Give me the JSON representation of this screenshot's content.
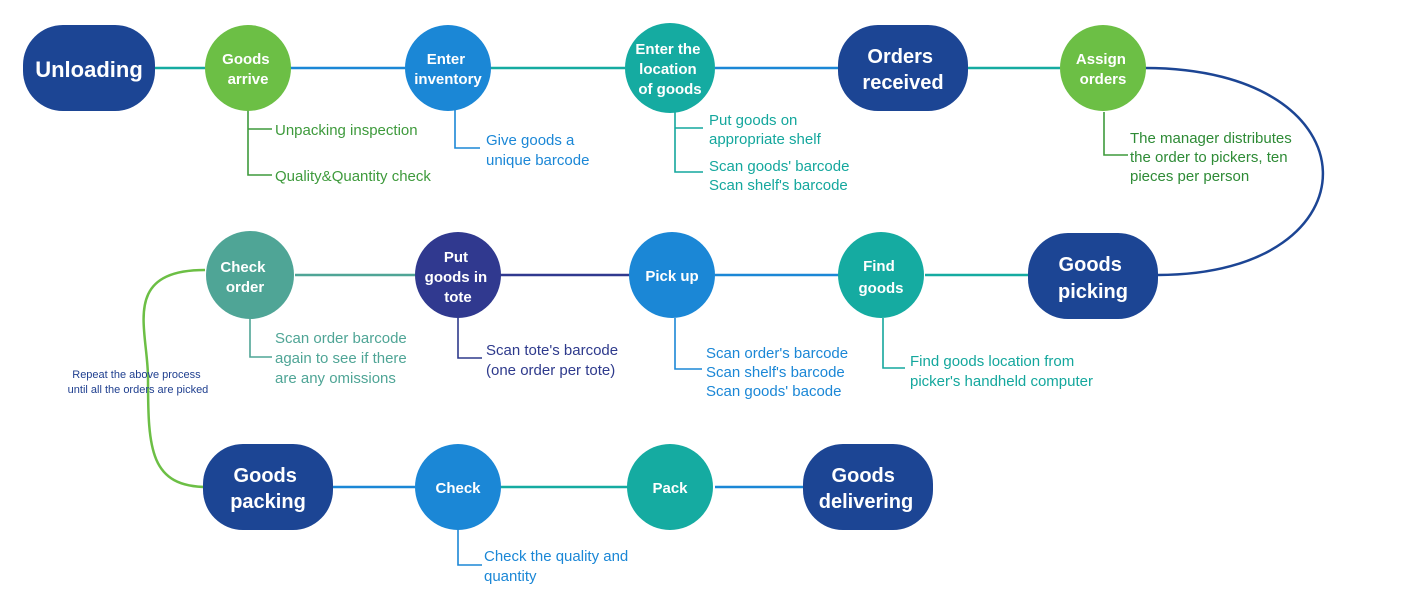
{
  "colors": {
    "navy": "#1C4594",
    "green": "#6CBF45",
    "blue": "#1B87D6",
    "teal": "#15ABA1",
    "tealgrey": "#4FA596",
    "indigo": "#30398F",
    "green_text": "#3E9A3C",
    "blue_text": "#1B87D6",
    "teal_text": "#14A79D",
    "tealgrey_text": "#4FA596",
    "indigo_text": "#2E3A8C",
    "navy_text": "#1F3F8F"
  },
  "nodes": {
    "unloading": [
      "Unloading"
    ],
    "goods_arrive": [
      "Goods",
      "arrive"
    ],
    "enter_inventory": [
      "Enter",
      "inventory"
    ],
    "enter_location": [
      "Enter the",
      "location",
      "of goods"
    ],
    "orders_received": [
      "Orders",
      "received"
    ],
    "assign_orders": [
      "Assign",
      "orders"
    ],
    "goods_picking": [
      "Goods",
      "picking"
    ],
    "find_goods": [
      "Find",
      "goods"
    ],
    "pick_up": [
      "Pick up"
    ],
    "put_goods_in_tote": [
      "Put",
      "goods in",
      "tote"
    ],
    "check_order": [
      "Check",
      "order"
    ],
    "goods_packing": [
      "Goods",
      "packing"
    ],
    "check": [
      "Check"
    ],
    "pack": [
      "Pack"
    ],
    "goods_delivering": [
      "Goods",
      "delivering"
    ]
  },
  "notes": {
    "unpacking": [
      "Unpacking inspection"
    ],
    "quality_quantity": [
      "Quality&Quantity check"
    ],
    "unique_barcode": [
      "Give goods a",
      "unique barcode"
    ],
    "put_shelf": [
      "Put goods on",
      "appropriate shelf"
    ],
    "scan_goods_shelf": [
      "Scan goods' barcode",
      "Scan shelf's barcode"
    ],
    "manager": [
      "The manager distributes",
      "the order to pickers, ten",
      "pieces per person"
    ],
    "find_location": [
      "Find goods location from",
      "picker's handheld computer"
    ],
    "scan_three": [
      "Scan order's barcode",
      "Scan shelf's barcode",
      "Scan goods' bacode"
    ],
    "scan_tote": [
      "Scan tote's barcode",
      "(one order per tote)"
    ],
    "scan_order_again": [
      "Scan order barcode",
      "again to see if there",
      "are any omissions"
    ],
    "check_quality": [
      "Check the quality and",
      "quantity"
    ],
    "repeat": [
      "Repeat the above process",
      "until all the orders are picked"
    ]
  }
}
